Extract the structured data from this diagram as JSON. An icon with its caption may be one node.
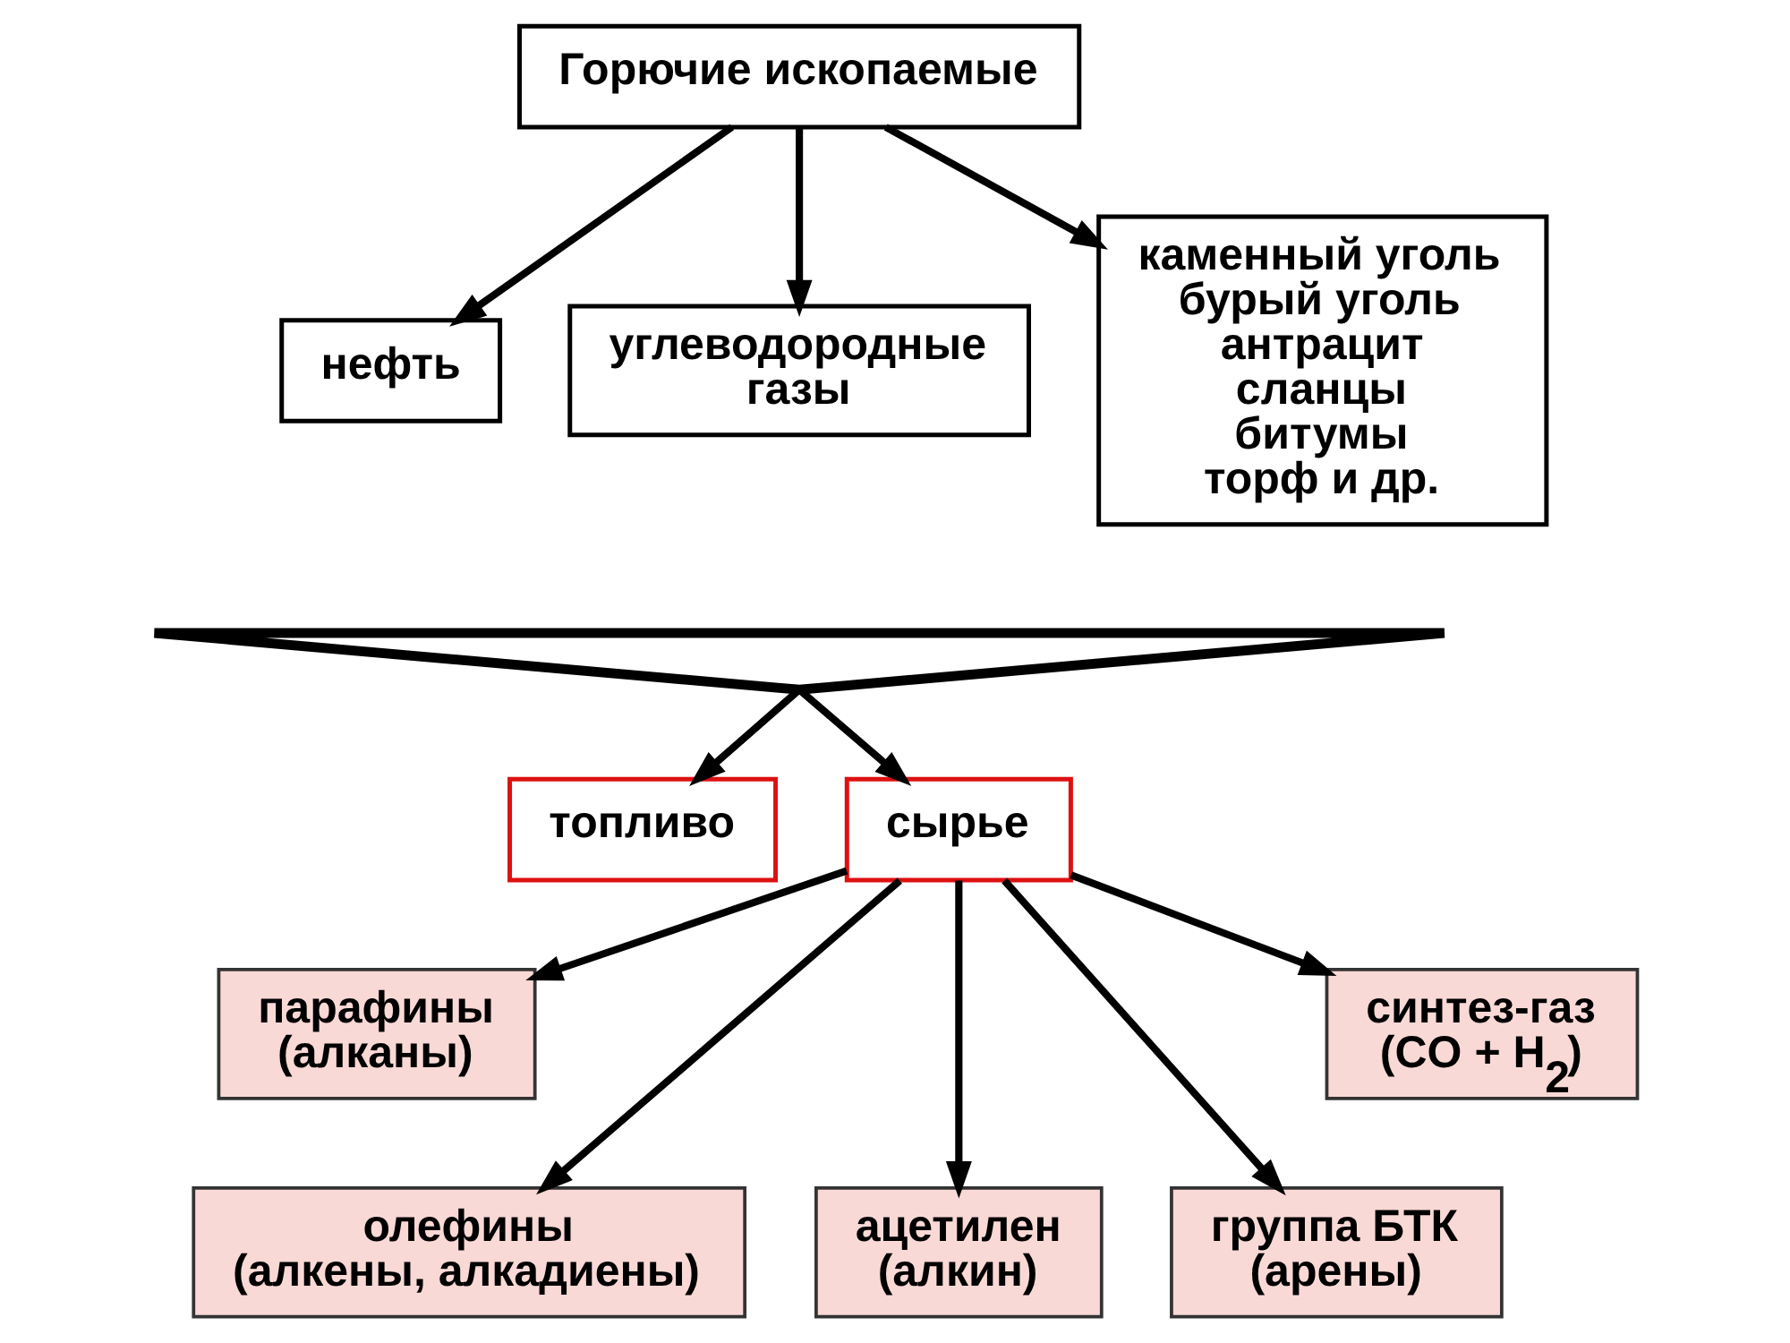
{
  "diagram": {
    "nodes": [
      {
        "text": [
          "Горючие ископаемые"
        ]
      },
      {
        "text": [
          "нефть"
        ]
      },
      {
        "text": [
          "углеводородные газы"
        ]
      },
      {
        "text": [
          "каменный уголь",
          "бурый уголь",
          "антрацит",
          "сланцы",
          "битумы",
          "торф и др."
        ]
      },
      {
        "text": [],
        "shape": "brace"
      },
      {
        "text": [
          "топливо"
        ]
      },
      {
        "text": [
          "сырье"
        ]
      },
      {
        "text": [
          "парафины",
          "(алканы)"
        ]
      },
      {
        "text": [
          "олефины",
          "(алкены, алкадиены)"
        ]
      },
      {
        "text": [
          "ацетилен",
          "(алкин)"
        ]
      },
      {
        "text": [
          "группа БТК",
          "(арены)"
        ]
      },
      {
        "text": [
          "синтез-газ",
          "(CO + H$_{2}$)"
        ]
      }
    ],
    "edges": [
      {
        "from": 0,
        "to": 1,
        "arrow": "to"
      },
      {
        "from": 0,
        "to": 2,
        "arrow": "to"
      },
      {
        "from": 0,
        "to": 3,
        "arrow": "to"
      },
      {
        "from": 4,
        "to": 5,
        "arrow": "to"
      },
      {
        "from": 4,
        "to": 6,
        "arrow": "to"
      },
      {
        "from": 6,
        "to": 7,
        "arrow": "to"
      },
      {
        "from": 6,
        "to": 8,
        "arrow": "to"
      },
      {
        "from": 6,
        "to": 9,
        "arrow": "to"
      },
      {
        "from": 6,
        "to": 10,
        "arrow": "to"
      },
      {
        "from": 6,
        "to": 11,
        "arrow": "to"
      }
    ]
  }
}
